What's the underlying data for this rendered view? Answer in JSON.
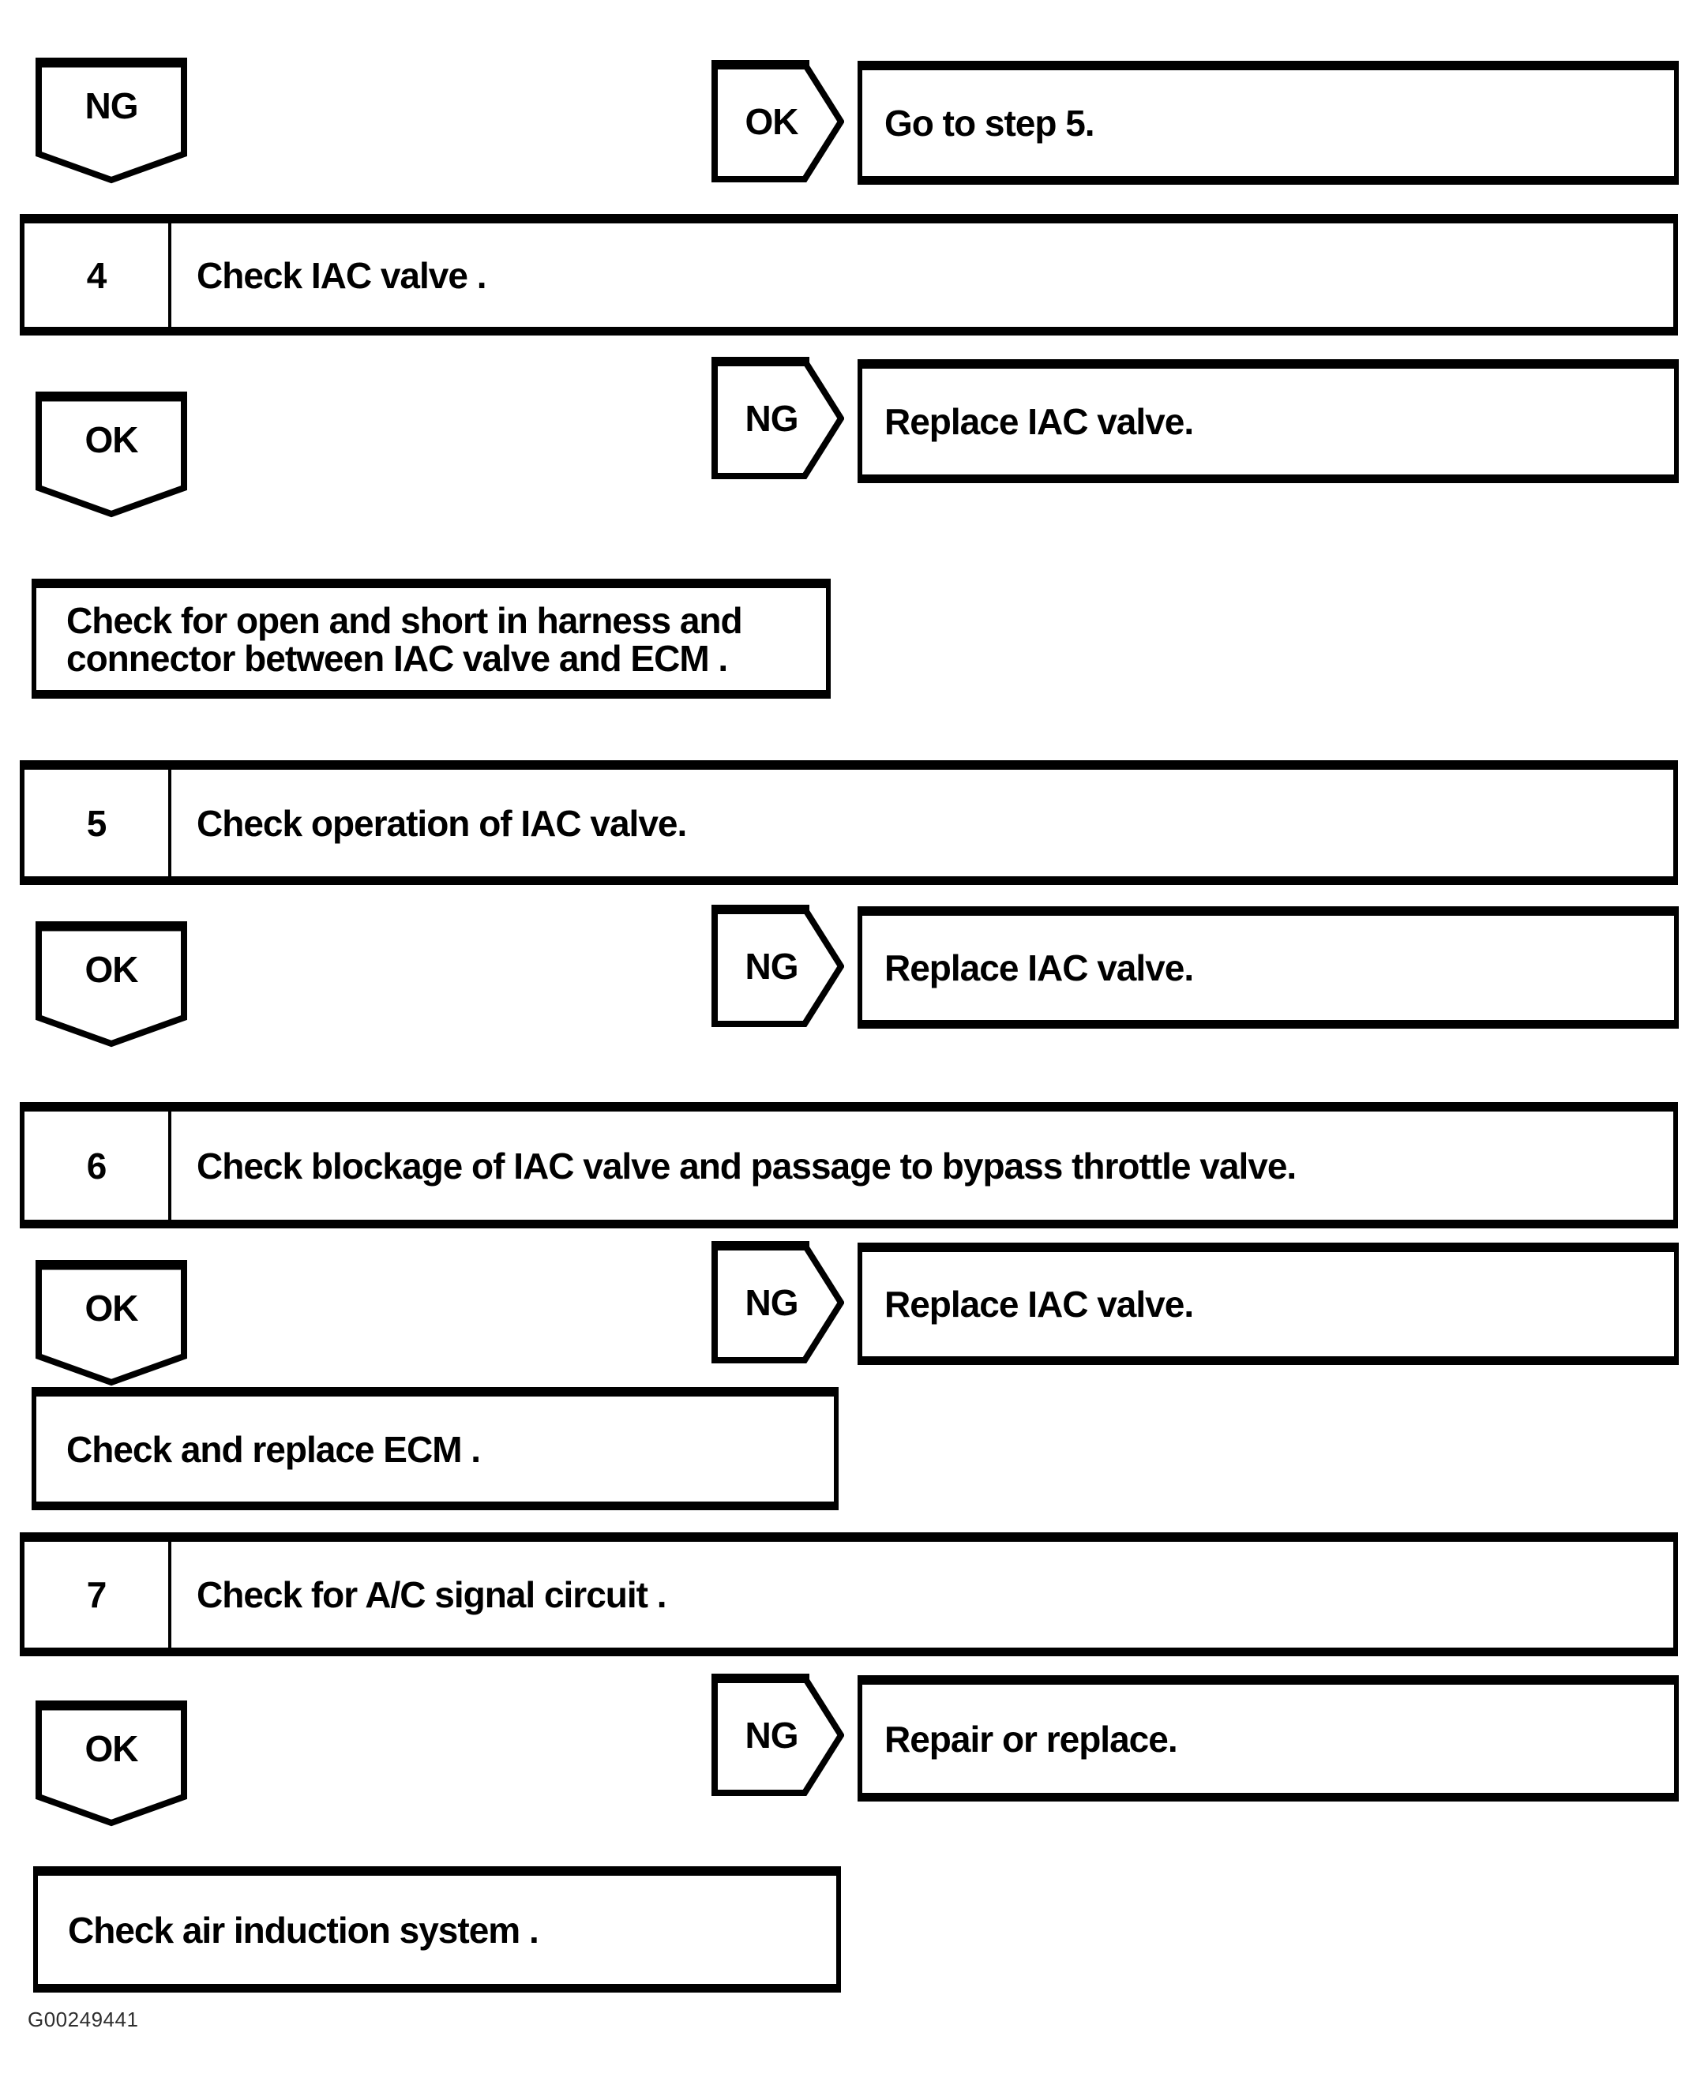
{
  "figure": {
    "caption": "G00249441"
  },
  "connectors": [
    {
      "label": "NG",
      "dir": "down"
    },
    {
      "label": "OK",
      "dir": "right"
    },
    {
      "label": "OK",
      "dir": "down"
    },
    {
      "label": "NG",
      "dir": "right"
    },
    {
      "label": "OK",
      "dir": "down"
    },
    {
      "label": "NG",
      "dir": "right"
    },
    {
      "label": "OK",
      "dir": "down"
    },
    {
      "label": "NG",
      "dir": "right"
    },
    {
      "label": "OK",
      "dir": "down"
    },
    {
      "label": "NG",
      "dir": "right"
    }
  ],
  "steps": [
    {
      "number": "4",
      "title": "Check IAC valve ."
    },
    {
      "number": "5",
      "title": "Check operation of IAC valve."
    },
    {
      "number": "6",
      "title": "Check blockage of IAC valve and passage to bypass throttle valve."
    },
    {
      "number": "7",
      "title": "Check for A/C signal circuit ."
    }
  ],
  "results": [
    {
      "text": "Go to step 5."
    },
    {
      "text": "Replace IAC valve."
    },
    {
      "text": "Replace IAC valve."
    },
    {
      "text": "Replace IAC valve."
    },
    {
      "text": "Repair or replace."
    }
  ],
  "actions": [
    {
      "lines": [
        "Check for open and short in harness and",
        "connector between IAC valve and ECM ."
      ]
    },
    {
      "lines": [
        "Check and replace ECM ."
      ]
    },
    {
      "lines": [
        "Check air induction system ."
      ]
    }
  ]
}
